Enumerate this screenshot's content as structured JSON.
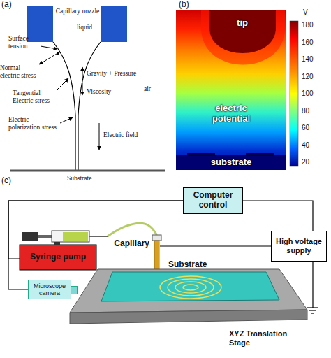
{
  "diagram": {
    "nodes": [
      {
        "text": [
          "Computer control"
        ]
      },
      {
        "text": [
          "Syringe pump"
        ]
      },
      {
        "text": [
          "Microscope camera"
        ]
      },
      {
        "text": [
          "Capillary"
        ]
      },
      {
        "text": [
          "High voltage supply"
        ]
      },
      {
        "text": [
          "XYZ Translation Stage"
        ]
      },
      {
        "text": [
          "Substrate"
        ],
        "in": 5
      }
    ],
    "edges": [
      {
        "from": 0,
        "to": 1,
        "arrow": "none"
      },
      {
        "from": 0,
        "to": 2,
        "arrow": "none"
      },
      {
        "from": 0,
        "to": 4,
        "arrow": "none"
      },
      {
        "from": 1,
        "to": 3,
        "arrow": "none"
      },
      {
        "from": 4,
        "to": 3,
        "arrow": "none"
      }
    ],
    "labels": [
      "(a)",
      "Capillary nozzle",
      "liquid",
      "Surface tension",
      "Normal electric stress",
      "Gravity + Pressure",
      "air",
      "Tangential Electric stress",
      "Viscosity",
      "Electric polarization stress",
      "Electric field",
      "Substrate",
      "(b)",
      "V",
      "180",
      "160",
      "140",
      "120",
      "100",
      "80",
      "60",
      "40",
      "20",
      "tip",
      "electric potential",
      "substrate",
      "(c)"
    ]
  }
}
